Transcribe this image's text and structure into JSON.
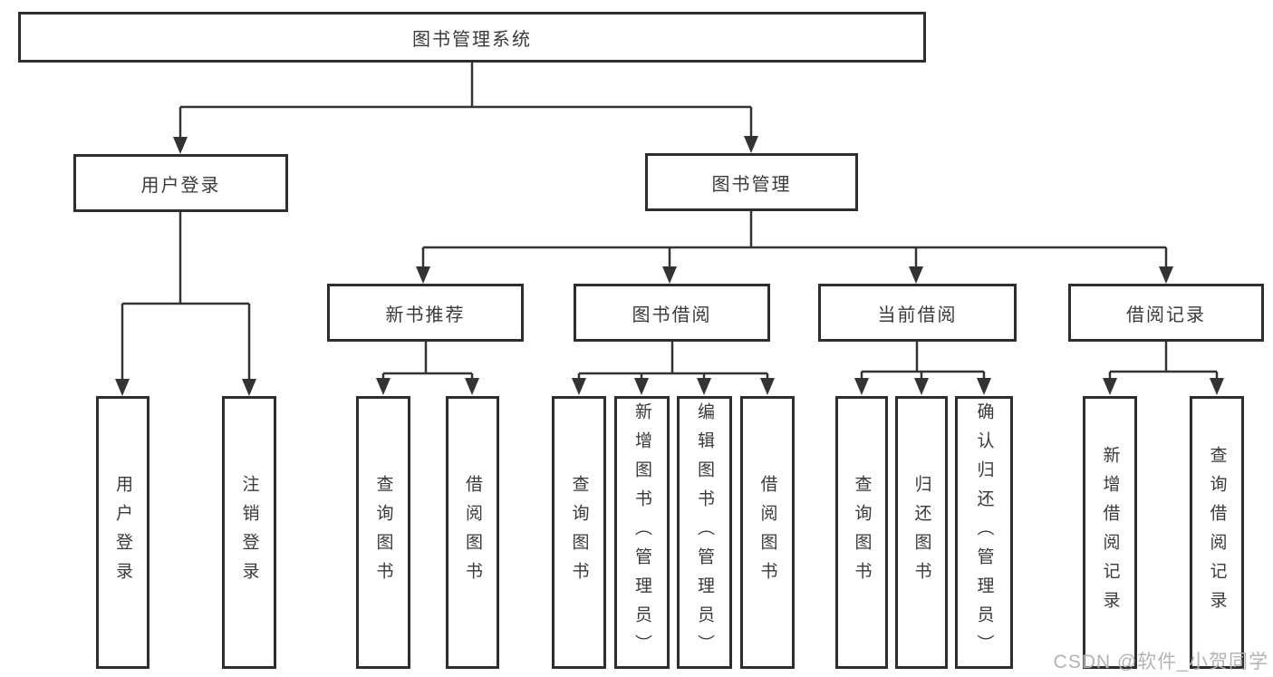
{
  "diagram_title": "图书管理系统",
  "nodes": {
    "root": "图书管理系统",
    "user_login": "用户登录",
    "book_mgmt": "图书管理",
    "new_book_rec": "新书推荐",
    "book_borrow": "图书借阅",
    "current_borrow": "当前借阅",
    "borrow_record": "借阅记录",
    "leaf_user_login": "用户登录",
    "leaf_logout": "注销登录",
    "leaf_query_book_rec": "查询图书",
    "leaf_borrow_book_rec": "借阅图书",
    "leaf_query_book_borrow": "查询图书",
    "leaf_add_book": "新增图书（管理员）",
    "leaf_edit_book": "编辑图书（管理员）",
    "leaf_borrow_book_borrow": "借阅图书",
    "leaf_query_book_current": "查询图书",
    "leaf_return_book": "归还图书",
    "leaf_confirm_return": "确认归还（管理员）",
    "leaf_add_borrow_record": "新增借阅记录",
    "leaf_query_borrow_record": "查询借阅记录"
  },
  "watermark": "CSDN @软件_小贺同学",
  "colors": {
    "line": "#333333",
    "box_border": "#2e2e2e",
    "text": "#3a3a3a",
    "watermark": "#b3b3b3",
    "background": "#ffffff"
  }
}
